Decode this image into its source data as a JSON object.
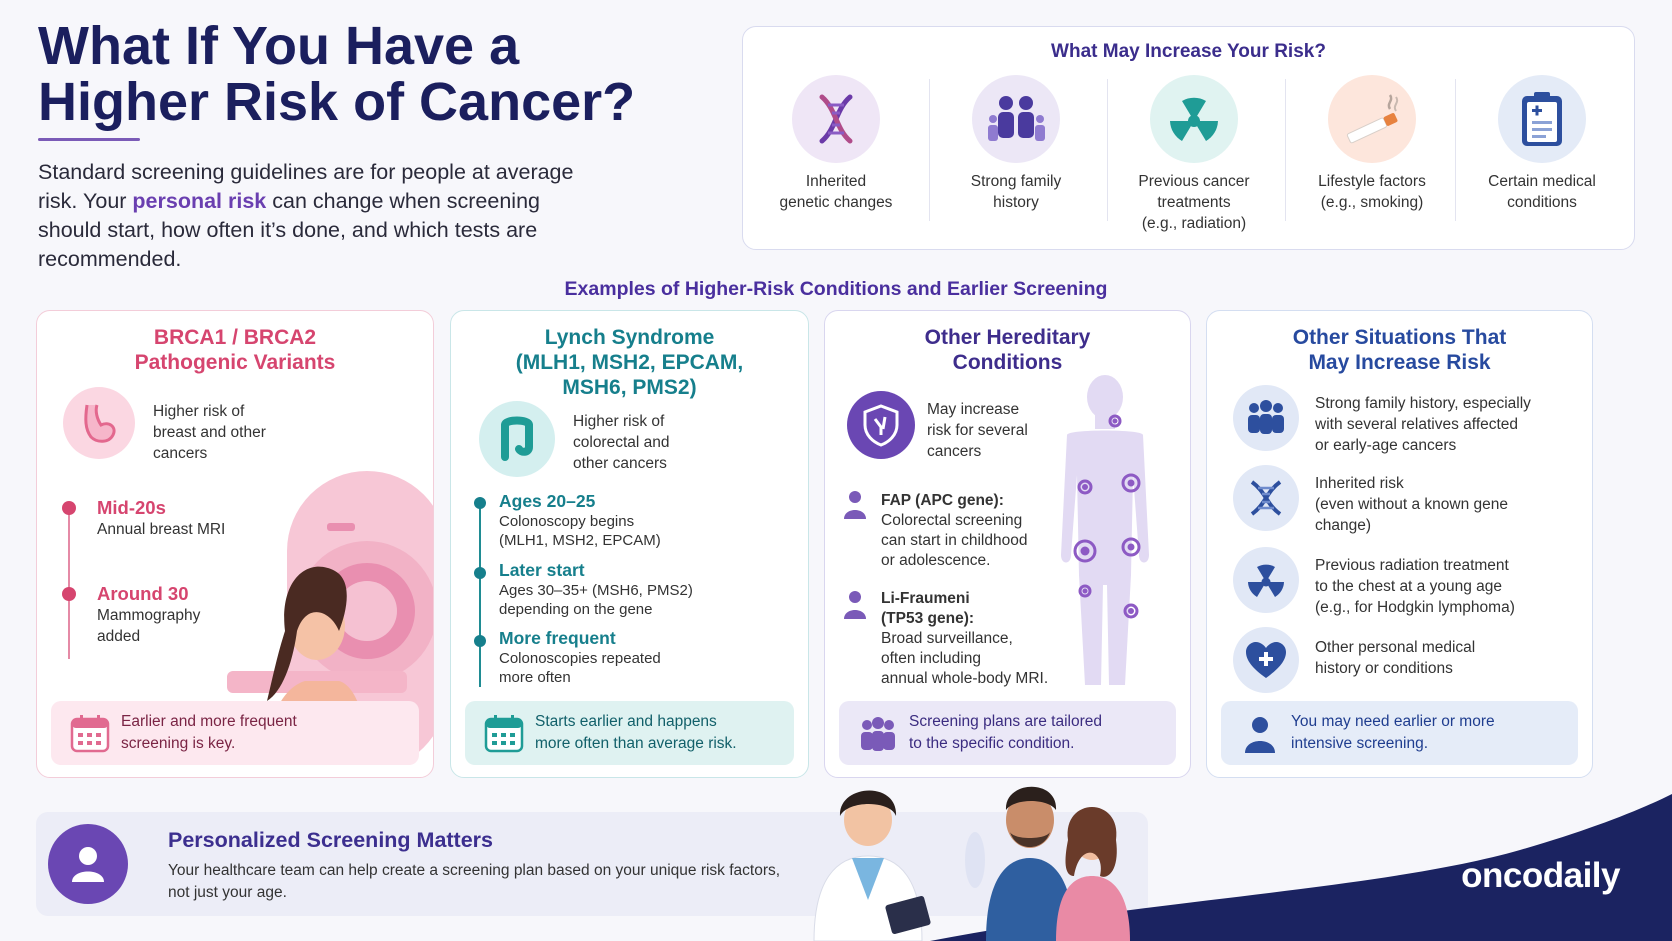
{
  "header": {
    "title": "What If You Have a Higher Risk of Cancer?",
    "intro_part1": "Standard screening guidelines are for people at average risk. Your ",
    "intro_highlight": "personal risk",
    "intro_part2": " can change when screening should start, how often it’s done, and which tests are recommended."
  },
  "risk_factors": {
    "title": "What May Increase Your Risk?",
    "items": [
      {
        "icon": "dna-icon",
        "line1": "Inherited",
        "line2": "genetic changes",
        "line3": ""
      },
      {
        "icon": "family-icon",
        "line1": "Strong family",
        "line2": "history",
        "line3": ""
      },
      {
        "icon": "radiation-icon",
        "line1": "Previous cancer",
        "line2": "treatments",
        "line3": "(e.g., radiation)"
      },
      {
        "icon": "cigarette-icon",
        "line1": "Lifestyle factors",
        "line2": "(e.g., smoking)",
        "line3": ""
      },
      {
        "icon": "clipboard-icon",
        "line1": "Certain medical",
        "line2": "conditions",
        "line3": ""
      }
    ]
  },
  "examples_title": "Examples of Higher-Risk Conditions and Earlier Screening",
  "brca": {
    "title_line1": "BRCA1 / BRCA2",
    "title_line2": "Pathogenic Variants",
    "desc_line1": "Higher risk of",
    "desc_line2": "breast and other",
    "desc_line3": "cancers",
    "timeline": [
      {
        "head": "Mid-20s",
        "line1": "Annual breast MRI",
        "line2": ""
      },
      {
        "head": "Around 30",
        "line1": "Mammography",
        "line2": "added"
      }
    ],
    "footer_line1": "Earlier and more frequent",
    "footer_line2": "screening is key.",
    "color": "#d6456f"
  },
  "lynch": {
    "title_line1": "Lynch Syndrome",
    "title_line2": "(MLH1, MSH2, EPCAM,",
    "title_line3": "MSH6, PMS2)",
    "desc_line1": "Higher risk of",
    "desc_line2": "colorectal and",
    "desc_line3": "other cancers",
    "timeline": [
      {
        "head": "Ages 20–25",
        "line1": "Colonoscopy begins",
        "line2": "(MLH1, MSH2, EPCAM)"
      },
      {
        "head": "Later start",
        "line1": "Ages 30–35+ (MSH6, PMS2)",
        "line2": "depending on the gene"
      },
      {
        "head": "More frequent",
        "line1": "Colonoscopies repeated",
        "line2": "more often"
      }
    ],
    "footer_line1": "Starts earlier and happens",
    "footer_line2": "more often than average risk.",
    "color": "#167f8c"
  },
  "hereditary": {
    "title_line1": "Other Hereditary",
    "title_line2": "Conditions",
    "desc_line1": "May increase",
    "desc_line2": "risk for several",
    "desc_line3": "cancers",
    "items": [
      {
        "head1": "FAP (APC gene):",
        "head2": "",
        "line1": "Colorectal screening",
        "line2": "can start in childhood",
        "line3": "or adolescence."
      },
      {
        "head1": "Li-Fraumeni",
        "head2": "(TP53 gene):",
        "line1": "Broad surveillance,",
        "line2": "often including",
        "line3": "annual whole-body MRI."
      }
    ],
    "footer_line1": "Screening plans are tailored",
    "footer_line2": "to the specific condition.",
    "color": "#4a3296"
  },
  "situations": {
    "title_line1": "Other Situations That",
    "title_line2": "May Increase Risk",
    "items": [
      {
        "icon": "group-icon",
        "line1": "Strong family history, especially",
        "line2": "with several relatives affected",
        "line3": "or early-age cancers"
      },
      {
        "icon": "dna-icon",
        "line1": "Inherited risk",
        "line2": "(even without a known gene",
        "line3": "change)"
      },
      {
        "icon": "radiation-icon",
        "line1": "Previous radiation treatment",
        "line2": "to the chest at a young age",
        "line3": "(e.g., for Hodgkin lymphoma)"
      },
      {
        "icon": "heart-icon",
        "line1": "Other personal medical",
        "line2": "history or conditions",
        "line3": ""
      }
    ],
    "footer_line1": "You may need earlier or more",
    "footer_line2": "intensive screening.",
    "color": "#274a9f"
  },
  "personalized": {
    "title": "Personalized Screening Matters",
    "line1": "Your healthcare team can help create a screening plan based on your unique risk factors,",
    "line2": "not just your age."
  },
  "brand": "oncodaily"
}
